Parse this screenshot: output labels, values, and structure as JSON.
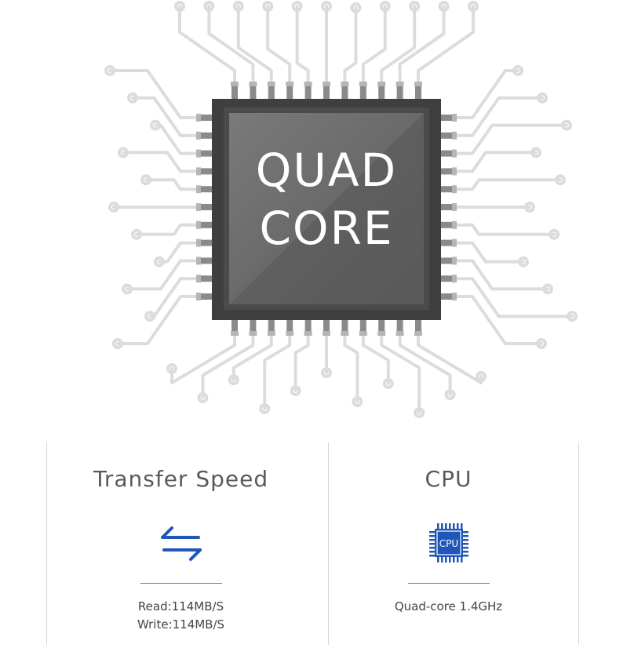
{
  "hero": {
    "line1": "QUAD",
    "line2": "CORE"
  },
  "specs": [
    {
      "title": "Transfer Speed",
      "icon": "transfer-arrows-icon",
      "lines": [
        "Read:114MB/S",
        "Write:114MB/S"
      ]
    },
    {
      "title": "CPU",
      "icon": "cpu-chip-icon",
      "chip_label": "CPU",
      "lines": [
        "Quad-core 1.4GHz"
      ]
    }
  ],
  "colors": {
    "accent": "#1f56b8",
    "chip": "#6e6e6e",
    "trace": "#dcdcdc"
  }
}
